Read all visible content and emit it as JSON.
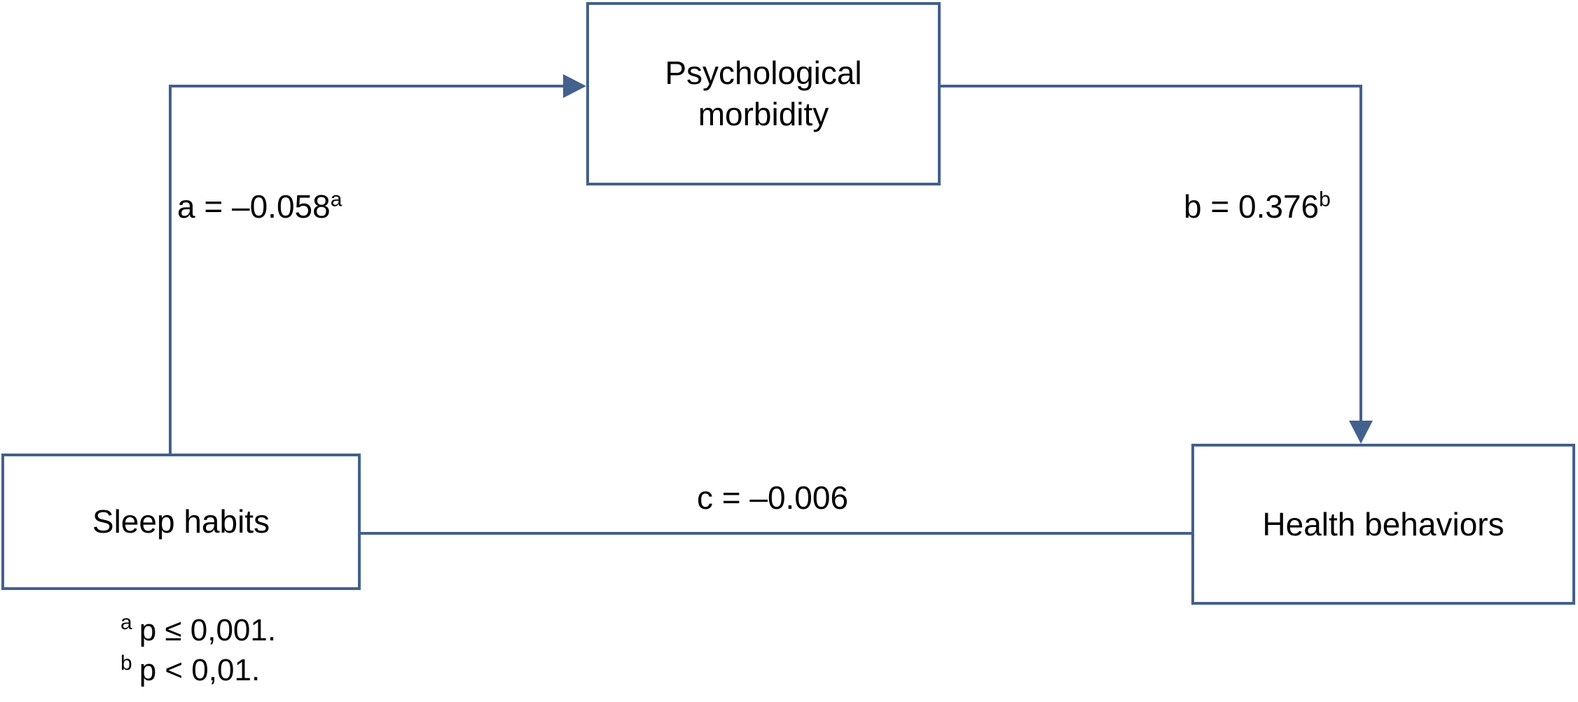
{
  "figure": {
    "type": "mediation-path-diagram",
    "colors": {
      "line": "#44608C",
      "text": "#000000",
      "background": "#ffffff"
    },
    "nodes": [
      {
        "id": "psychological-morbidity",
        "label": "Psychological morbidity"
      },
      {
        "id": "sleep-habits",
        "label": "Sleep habits"
      },
      {
        "id": "health-behaviors",
        "label": "Health behaviors"
      }
    ],
    "paths": [
      {
        "id": "a",
        "from": "sleep-habits",
        "to": "psychological-morbidity",
        "label": "a = –0.058",
        "superscript": "a"
      },
      {
        "id": "b",
        "from": "psychological-morbidity",
        "to": "health-behaviors",
        "label": "b = 0.376",
        "superscript": "b"
      },
      {
        "id": "c",
        "from": "sleep-habits",
        "to": "health-behaviors",
        "label": "c = –0.006",
        "superscript": ""
      }
    ],
    "footnotes": [
      {
        "marker": "a",
        "text": "p ≤ 0,001."
      },
      {
        "marker": "b",
        "text": "p < 0,01."
      }
    ]
  }
}
